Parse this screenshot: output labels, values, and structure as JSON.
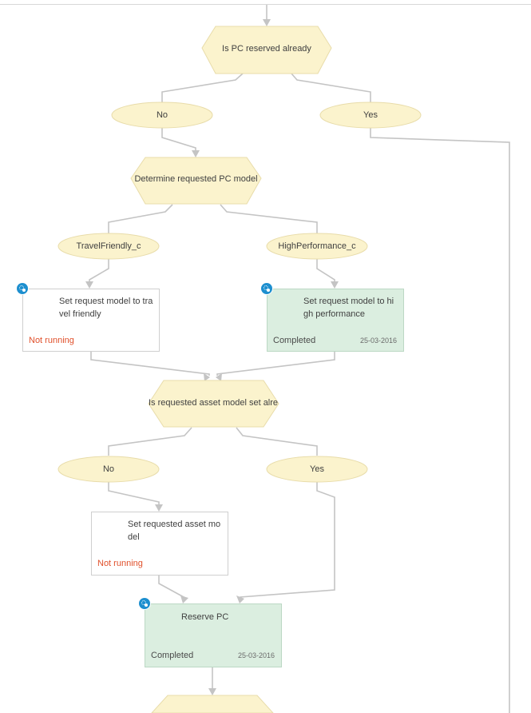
{
  "decisions": [
    {
      "id": "pc-reserved",
      "label": "Is PC reserved already"
    },
    {
      "id": "determine-model",
      "label": "Determine requested PC model"
    },
    {
      "id": "asset-model-set",
      "label": "Is requested asset model set alre..."
    },
    {
      "id": "bottom-decision",
      "label": ""
    }
  ],
  "outcomes": [
    {
      "id": "no-1",
      "label": "No"
    },
    {
      "id": "yes-1",
      "label": "Yes"
    },
    {
      "id": "travel",
      "label": "TravelFriendly_c"
    },
    {
      "id": "highperf",
      "label": "HighPerformance_c"
    },
    {
      "id": "no-2",
      "label": "No"
    },
    {
      "id": "yes-2",
      "label": "Yes"
    }
  ],
  "tasks": [
    {
      "id": "set-travel",
      "title": "Set request model to tra\nvel friendly",
      "status": "Not running",
      "date": ""
    },
    {
      "id": "set-highperf",
      "title": "Set request model to hi\ngh performance",
      "status": "Completed",
      "date": "25-03-2016"
    },
    {
      "id": "set-asset",
      "title": "Set requested asset mo\ndel",
      "status": "Not running",
      "date": ""
    },
    {
      "id": "reserve-pc",
      "title": "Reserve PC",
      "status": "Completed",
      "date": "25-03-2016"
    }
  ],
  "colors": {
    "decision_fill": "#fbf3cd",
    "completed_fill": "#dbeee0",
    "not_running_text": "#e0502b",
    "gear_icon": "#1d8fcf",
    "connector": "#c4c4c4"
  },
  "icons": {
    "task_gear": "gear-icon"
  }
}
